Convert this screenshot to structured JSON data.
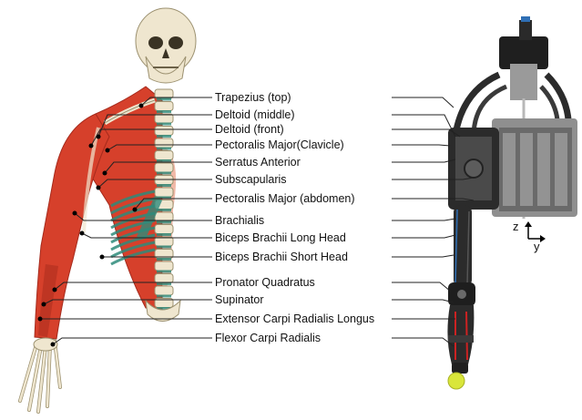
{
  "labels": [
    "Trapezius (top)",
    "Deltoid (middle)",
    "Deltoid (front)",
    "Pectoralis Major(Clavicle)",
    "Serratus Anterior",
    "Subscapularis",
    "Pectoralis Major (abdomen)",
    "Brachialis",
    "Biceps Brachii Long Head",
    "Biceps Brachii Short Head",
    "Pronator Quadratus",
    "Supinator",
    "Extensor Carpi Radialis Longus",
    "Flexor Carpi Radialis"
  ],
  "axes": {
    "z": "z",
    "y": "y"
  },
  "colors": {
    "muscle": "#d6402b",
    "muscle_dark": "#a52a1c",
    "bone": "#efe6cf",
    "bone_edge": "#9c9170",
    "teal": "#2e8b7a",
    "robot": "#2b2b2b",
    "robot_metal": "#9a9a9a",
    "ball": "#d9e63a",
    "leader": "#222222",
    "accent_red": "#cc2222",
    "accent_blue": "#2f6fb5"
  }
}
